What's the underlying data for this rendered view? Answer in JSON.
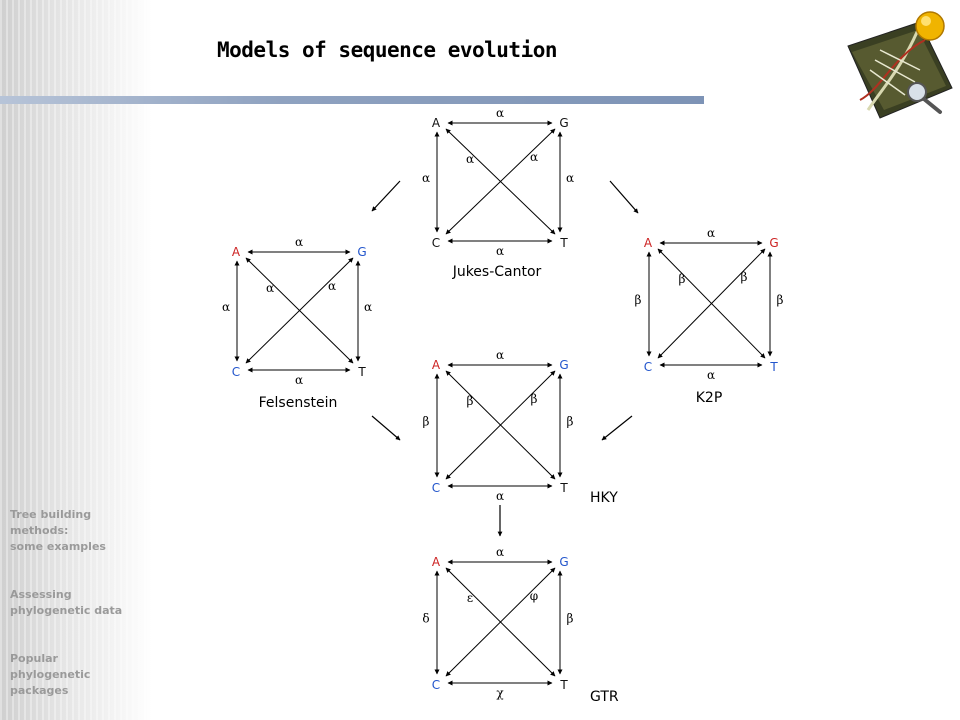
{
  "slide_title": "Models of sequence evolution",
  "sidebar": {
    "items": [
      {
        "label": "Tree building\nmethods:\nsome examples"
      },
      {
        "label": "Assessing\nphylogenetic data"
      },
      {
        "label": "Popular\nphylogenetic\npackages"
      }
    ]
  },
  "colors": {
    "red": "#cc2222",
    "blue": "#2255cc",
    "black": "#111111",
    "title_bar": "#8fa2c0"
  },
  "models": [
    {
      "id": "jc",
      "name": "Jukes-Cantor",
      "nodes": {
        "A": {
          "text": "A",
          "color": "black"
        },
        "G": {
          "text": "G",
          "color": "black"
        },
        "C": {
          "text": "C",
          "color": "black"
        },
        "T": {
          "text": "T",
          "color": "black"
        }
      },
      "rates": {
        "top": "α",
        "right": "α",
        "bottom": "α",
        "left": "α",
        "diagA": "α",
        "diagB": "α"
      }
    },
    {
      "id": "fel",
      "name": "Felsenstein",
      "nodes": {
        "A": {
          "text": "A",
          "color": "red"
        },
        "G": {
          "text": "G",
          "color": "blue"
        },
        "C": {
          "text": "C",
          "color": "blue"
        },
        "T": {
          "text": "T",
          "color": "black"
        }
      },
      "rates": {
        "top": "α",
        "right": "α",
        "bottom": "α",
        "left": "α",
        "diagA": "α",
        "diagB": "α"
      }
    },
    {
      "id": "k2p",
      "name": "K2P",
      "nodes": {
        "A": {
          "text": "A",
          "color": "red"
        },
        "G": {
          "text": "G",
          "color": "red"
        },
        "C": {
          "text": "C",
          "color": "blue"
        },
        "T": {
          "text": "T",
          "color": "blue"
        }
      },
      "rates": {
        "top": "α",
        "right": "β",
        "bottom": "α",
        "left": "β",
        "diagA": "β",
        "diagB": "β"
      }
    },
    {
      "id": "hky",
      "name": "HKY",
      "nodes": {
        "A": {
          "text": "A",
          "color": "red"
        },
        "G": {
          "text": "G",
          "color": "blue"
        },
        "C": {
          "text": "C",
          "color": "blue"
        },
        "T": {
          "text": "T",
          "color": "black"
        }
      },
      "rates": {
        "top": "α",
        "right": "β",
        "bottom": "α",
        "left": "β",
        "diagA": "β",
        "diagB": "β"
      }
    },
    {
      "id": "gtr",
      "name": "GTR",
      "nodes": {
        "A": {
          "text": "A",
          "color": "red"
        },
        "G": {
          "text": "G",
          "color": "blue"
        },
        "C": {
          "text": "C",
          "color": "blue"
        },
        "T": {
          "text": "T",
          "color": "black"
        }
      },
      "rates": {
        "top": "α",
        "right": "β",
        "bottom": "χ",
        "left": "δ",
        "diagA": "ε",
        "diagB": "φ"
      }
    }
  ],
  "logo_icon": "dna-magnifier-icon"
}
